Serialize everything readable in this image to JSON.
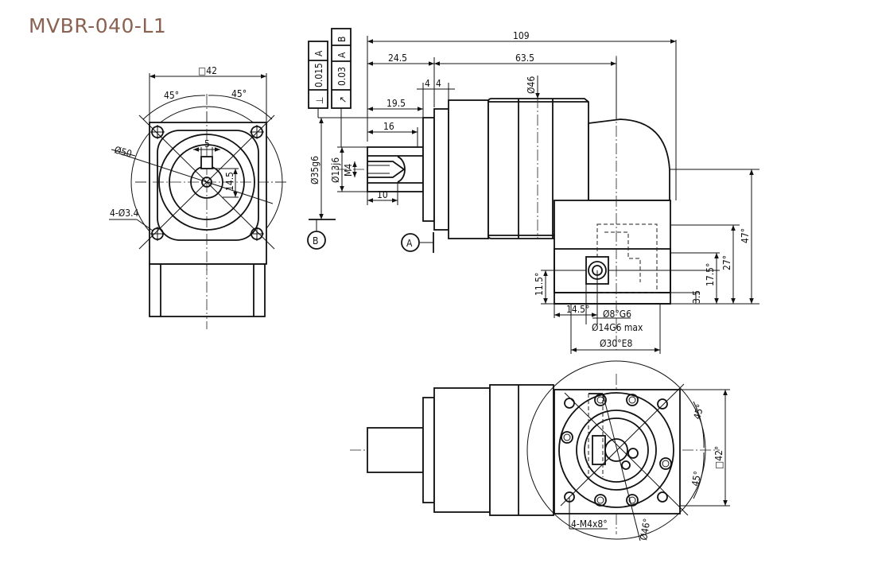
{
  "title": "MVBR-040-L1",
  "colors": {
    "title": "#8a6252",
    "line": "#111111"
  },
  "front_view": {
    "square": "□42",
    "angle_left": "45°",
    "angle_right": "45°",
    "bolt_circle": "Ø50",
    "holes": "4-Ø3.4",
    "key_width": "5",
    "key_height": "14.5"
  },
  "side_view": {
    "overall_length": "109",
    "flange_offset": "24.5",
    "gear_length": "63.5",
    "shoulder_a": "4",
    "shoulder_b": "4",
    "body_dia": "Ø46",
    "pilot_length": "19.5",
    "shaft_length": "16",
    "key_length": "10",
    "pilot_dia": "Ø35g6",
    "shaft_dia": "Ø13j6",
    "center_thread": "M4",
    "height_total": "47°",
    "height_mid": "27°",
    "height_low": "17.5°",
    "input_offset": "3.5",
    "input_base": "11.5°",
    "input_x": "14.5°",
    "input_bore": "Ø8°G6",
    "input_bore_max": "Ø14G6 max",
    "input_pilot": "Ø30°E8",
    "datum_a": "A",
    "datum_b": "B"
  },
  "tolerance_frames": {
    "frame1": {
      "symbol": "⊥",
      "value": "0.015",
      "datum": "A"
    },
    "frame2": {
      "symbol": "↗",
      "value": "0.03",
      "datum1": "A",
      "datum2": "B"
    }
  },
  "bottom_view": {
    "angle_top": "45°",
    "angle_bottom": "45°",
    "square": "□42°",
    "thread_holes": "4-M4x8°",
    "bolt_circle": "Ø46°"
  }
}
